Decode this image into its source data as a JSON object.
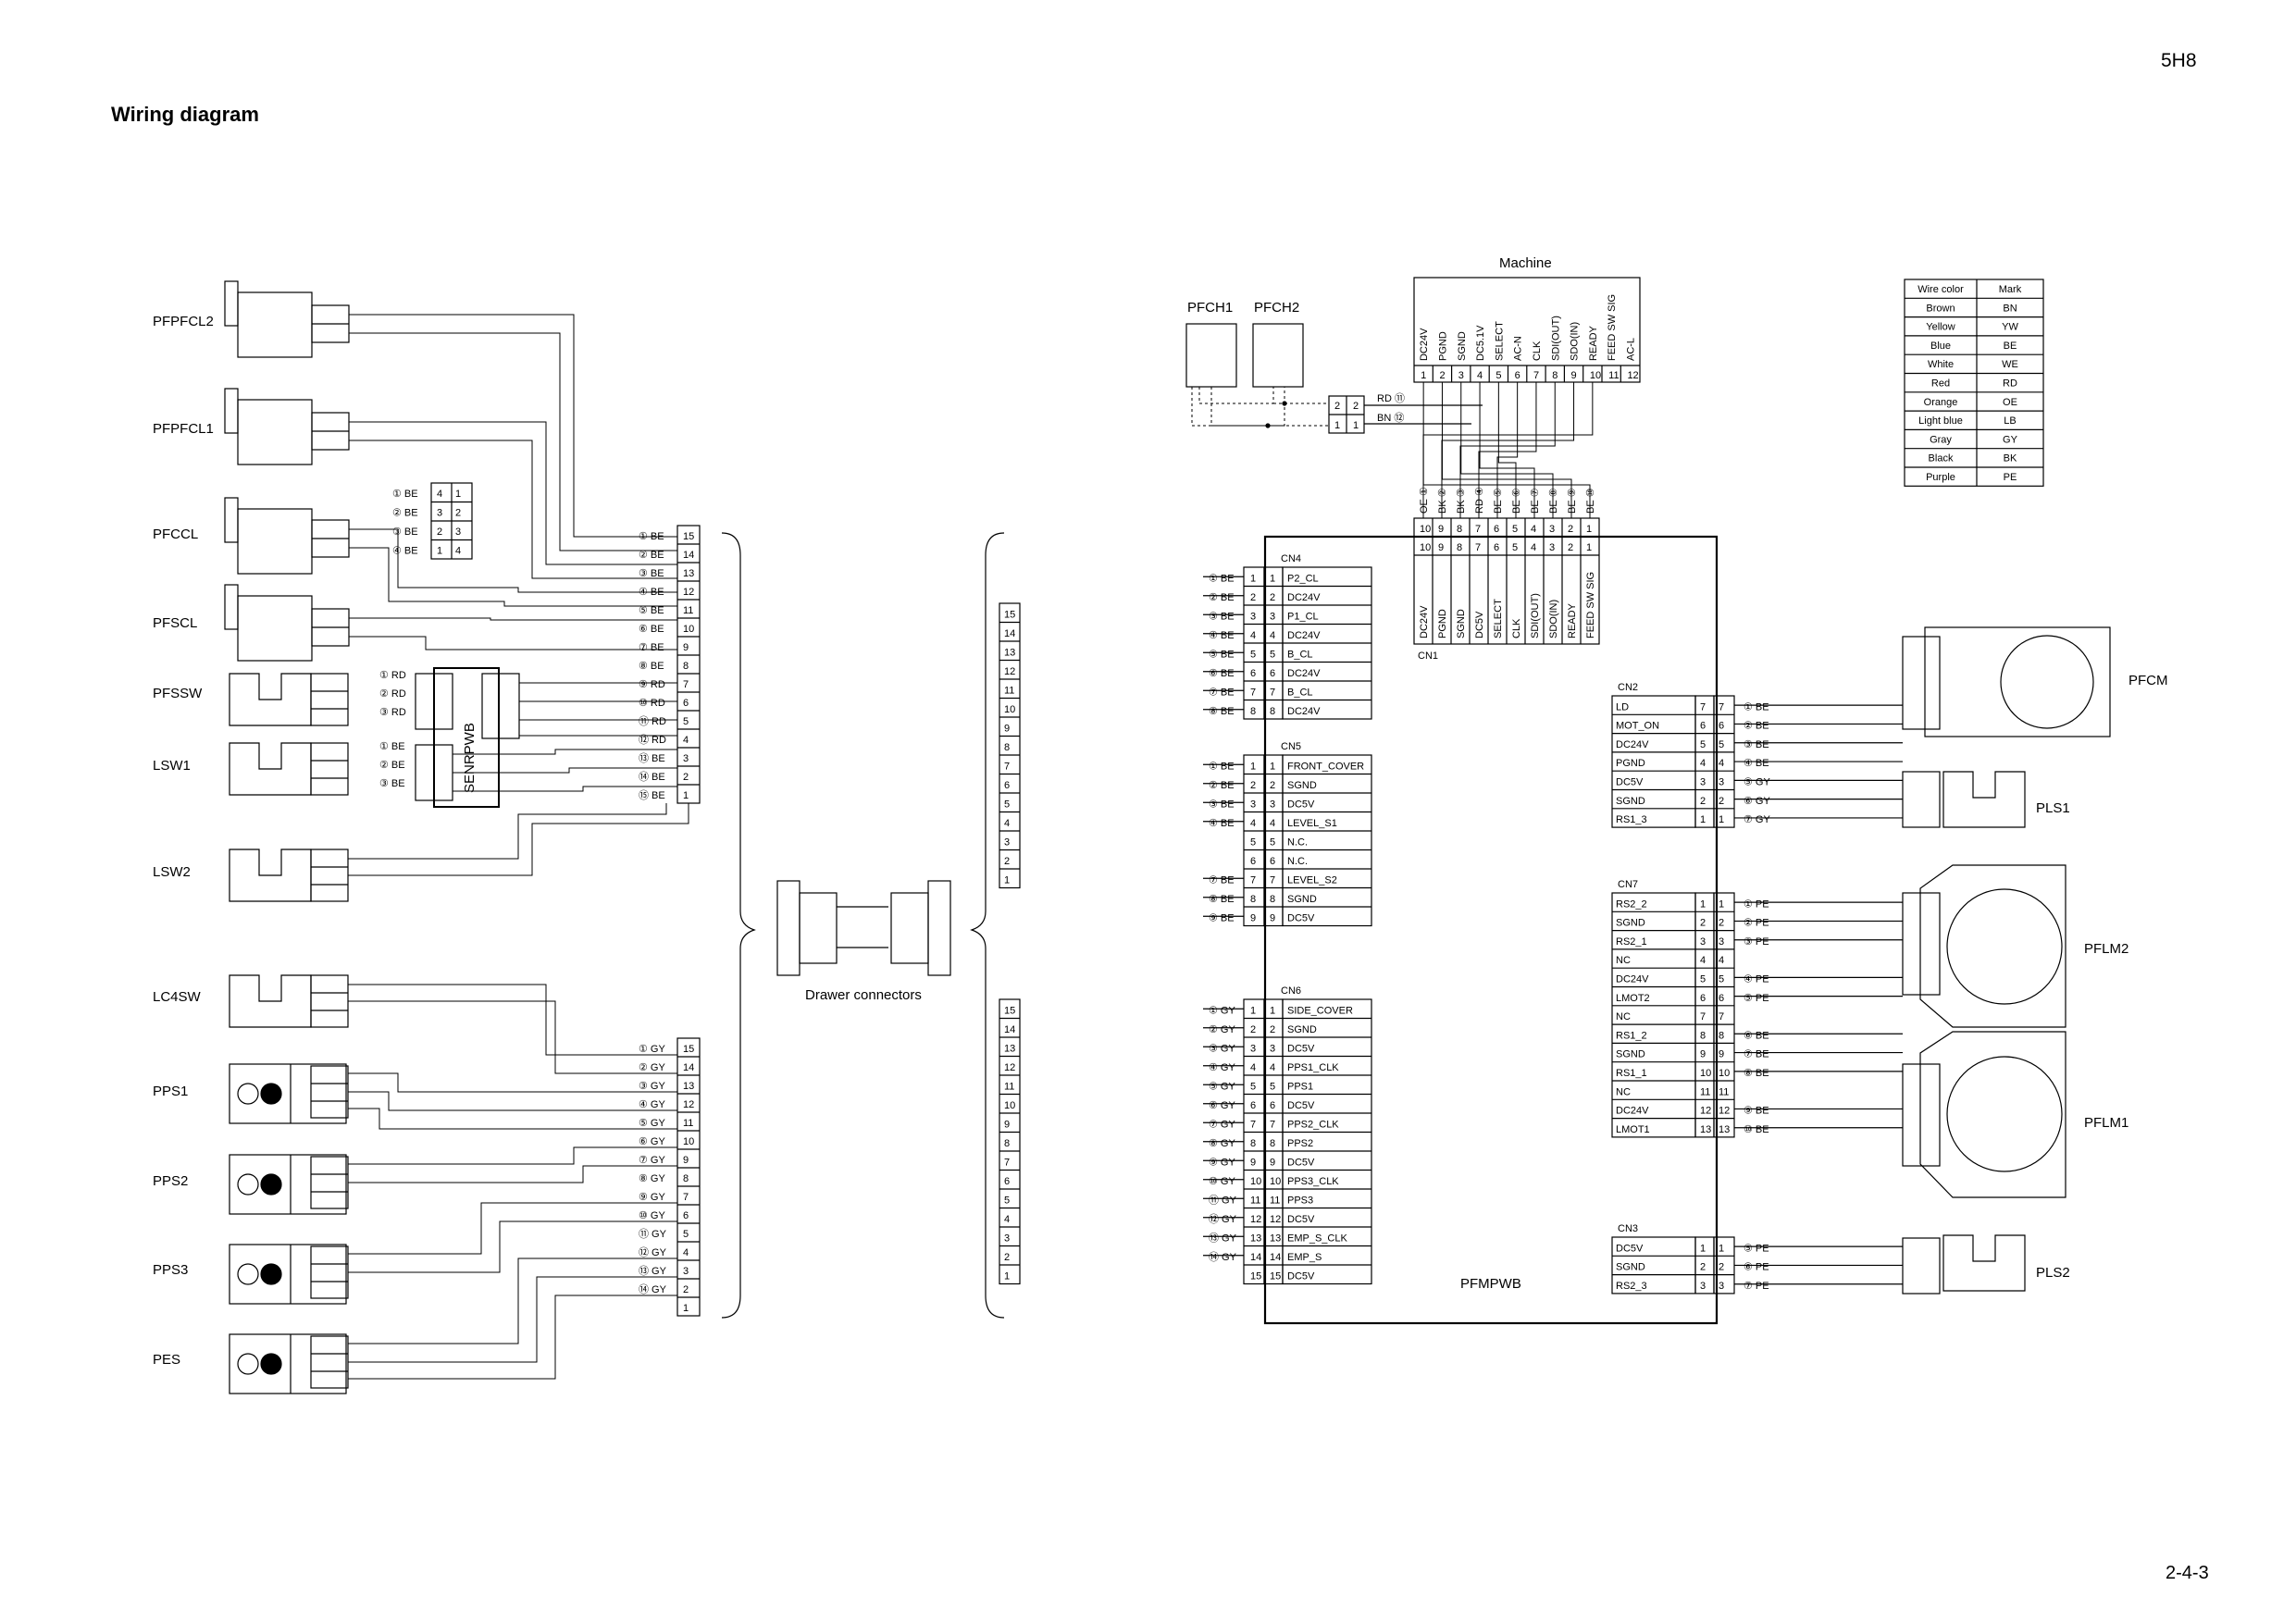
{
  "header": {
    "doc_id": "5H8",
    "title": "Wiring diagram"
  },
  "footer": {
    "page": "2-4-3"
  },
  "components": {
    "pfpfcl2": "PFPFCL2",
    "pfpfcl1": "PFPFCL1",
    "pfccl": "PFCCL",
    "pfscl": "PFSCL",
    "pfssw": "PFSSW",
    "lsw1": "LSW1",
    "lsw2": "LSW2",
    "lc4sw": "LC4SW",
    "pps1": "PPS1",
    "pps2": "PPS2",
    "pps3": "PPS3",
    "pes": "PES",
    "senrpwb": "SENRPWB",
    "drawer_connectors": "Drawer connectors",
    "pfch1": "PFCH1",
    "pfch2": "PFCH2",
    "machine": "Machine",
    "pfmpwb": "PFMPWB",
    "pfcm": "PFCM",
    "pls1": "PLS1",
    "pflm2": "PFLM2",
    "pflm1": "PFLM1",
    "pls2": "PLS2"
  },
  "machine_connector": {
    "signals": [
      "DC24V",
      "PGND",
      "SGND",
      "DC5.1V",
      "SELECT",
      "AC-N",
      "CLK",
      "SDI(OUT)",
      "SDO(IN)",
      "READY",
      "FEED SW SIG",
      "AC-L"
    ],
    "pins": [
      "1",
      "2",
      "3",
      "4",
      "5",
      "6",
      "7",
      "8",
      "9",
      "10",
      "11",
      "12"
    ],
    "wires": [
      "OE",
      "BK",
      "BK",
      "RD",
      "BE",
      "BE",
      "BE",
      "BE",
      "BE",
      "BE"
    ],
    "wire_marks": [
      "①",
      "②",
      "③",
      "④",
      "⑤",
      "⑥",
      "⑦",
      "⑧",
      "⑨",
      "⑩"
    ],
    "pfch_wires": [
      {
        "pin": "2",
        "color": "RD",
        "mark": "⑪"
      },
      {
        "pin": "1",
        "color": "BN",
        "mark": "⑫"
      }
    ]
  },
  "cn1": {
    "label": "CN1",
    "pins": [
      "10",
      "9",
      "8",
      "7",
      "6",
      "5",
      "4",
      "3",
      "2",
      "1"
    ],
    "signals": [
      "DC24V",
      "PGND",
      "SGND",
      "DC5V",
      "SELECT",
      "CLK",
      "SDI(OUT)",
      "SDO(IN)",
      "READY",
      "FEED SW SIG"
    ]
  },
  "cn4": {
    "label": "CN4",
    "signals": [
      "P2_CL",
      "DC24V",
      "P1_CL",
      "DC24V",
      "B_CL",
      "DC24V",
      "B_CL",
      "DC24V"
    ],
    "wires": [
      "① BE",
      "② BE",
      "③ BE",
      "④ BE",
      "⑤ BE",
      "⑥ BE",
      "⑦ BE",
      "⑧ BE"
    ]
  },
  "cn5": {
    "label": "CN5",
    "signals": [
      "FRONT_COVER",
      "SGND",
      "DC5V",
      "LEVEL_S1",
      "N.C.",
      "N.C.",
      "LEVEL_S2",
      "SGND",
      "DC5V"
    ],
    "wires": [
      "① BE",
      "② BE",
      "③ BE",
      "④ BE",
      "",
      "",
      "⑦ BE",
      "⑧ BE",
      "⑨ BE"
    ]
  },
  "cn6": {
    "label": "CN6",
    "signals": [
      "SIDE_COVER",
      "SGND",
      "DC5V",
      "PPS1_CLK",
      "PPS1",
      "DC5V",
      "PPS2_CLK",
      "PPS2",
      "DC5V",
      "PPS3_CLK",
      "PPS3",
      "DC5V",
      "EMP_S_CLK",
      "EMP_S",
      "DC5V"
    ],
    "wires": [
      "① GY",
      "② GY",
      "③ GY",
      "④ GY",
      "⑤ GY",
      "⑥ GY",
      "⑦ GY",
      "⑧ GY",
      "⑨ GY",
      "⑩ GY",
      "⑪ GY",
      "⑫ GY",
      "⑬ GY",
      "⑭ GY"
    ]
  },
  "cn2": {
    "label": "CN2",
    "signals": [
      "LD",
      "MOT_ON",
      "DC24V",
      "PGND",
      "DC5V",
      "SGND",
      "RS1_3"
    ],
    "pins": [
      "7",
      "6",
      "5",
      "4",
      "3",
      "2",
      "1"
    ],
    "wires": [
      "① BE",
      "② BE",
      "③ BE",
      "④ BE",
      "⑤ GY",
      "⑥ GY",
      "⑦ GY"
    ]
  },
  "cn7": {
    "label": "CN7",
    "signals": [
      "RS2_2",
      "SGND",
      "RS2_1",
      "NC",
      "DC24V",
      "LMOT2",
      "NC",
      "RS1_2",
      "SGND",
      "RS1_1",
      "NC",
      "DC24V",
      "LMOT1"
    ],
    "wires": [
      "① PE",
      "② PE",
      "③ PE",
      "",
      "④ PE",
      "⑤ PE",
      "",
      "⑥ BE",
      "⑦ BE",
      "⑧ BE",
      "",
      "⑨ BE",
      "⑩ BE"
    ]
  },
  "cn3": {
    "label": "CN3",
    "signals": [
      "DC5V",
      "SGND",
      "RS2_3"
    ],
    "wires": [
      "⑤ PE",
      "⑥ PE",
      "⑦ PE"
    ]
  },
  "left_connector_a": {
    "wires": [
      "① BE",
      "② BE",
      "③ BE",
      "④ BE",
      "⑤ BE",
      "⑥ BE",
      "⑦ BE",
      "⑧ BE",
      "⑨ RD",
      "⑩ RD",
      "⑪ RD",
      "⑫ RD",
      "⑬ BE",
      "⑭ BE",
      "⑮ BE"
    ],
    "pins": [
      "15",
      "14",
      "13",
      "12",
      "11",
      "10",
      "9",
      "8",
      "7",
      "6",
      "5",
      "4",
      "3",
      "2",
      "1"
    ]
  },
  "left_connector_b": {
    "wires": [
      "① GY",
      "② GY",
      "③ GY",
      "④ GY",
      "⑤ GY",
      "⑥ GY",
      "⑦ GY",
      "⑧ GY",
      "⑨ GY",
      "⑩ GY",
      "⑪ GY",
      "⑫ GY",
      "⑬ GY",
      "⑭ GY"
    ],
    "pins": [
      "15",
      "14",
      "13",
      "12",
      "11",
      "10",
      "9",
      "8",
      "7",
      "6",
      "5",
      "4",
      "3",
      "2",
      "1"
    ]
  },
  "pfccl_relay": {
    "wires": [
      "① BE",
      "② BE",
      "③ BE",
      "④ BE"
    ],
    "pins": [
      [
        "4",
        "1"
      ],
      [
        "3",
        "2"
      ],
      [
        "2",
        "3"
      ],
      [
        "1",
        "4"
      ]
    ]
  },
  "senrpwb_wires": {
    "pfssw": [
      "① RD",
      "② RD",
      "③ RD"
    ],
    "lsw1": [
      "① BE",
      "② BE",
      "③ BE"
    ]
  },
  "color_legend": {
    "header": [
      "Wire color",
      "Mark"
    ],
    "rows": [
      [
        "Brown",
        "BN"
      ],
      [
        "Yellow",
        "YW"
      ],
      [
        "Blue",
        "BE"
      ],
      [
        "White",
        "WE"
      ],
      [
        "Red",
        "RD"
      ],
      [
        "Orange",
        "OE"
      ],
      [
        "Light blue",
        "LB"
      ],
      [
        "Gray",
        "GY"
      ],
      [
        "Black",
        "BK"
      ],
      [
        "Purple",
        "PE"
      ]
    ]
  }
}
